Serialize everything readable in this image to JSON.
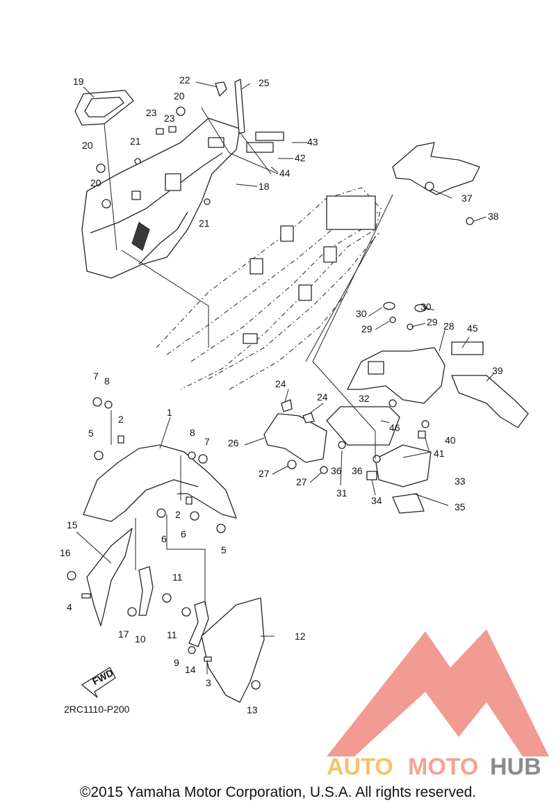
{
  "diagram": {
    "drawing_code": "2RC1110-P200",
    "fwd_label": "FWD",
    "copyright": "©2015 Yamaha Motor Corporation, U.S.A. All rights reserved.",
    "callouts": [
      "1",
      "2",
      "2",
      "3",
      "4",
      "5",
      "5",
      "6",
      "6",
      "7",
      "7",
      "8",
      "8",
      "9",
      "10",
      "11",
      "11",
      "12",
      "13",
      "14",
      "15",
      "16",
      "17",
      "18",
      "19",
      "20",
      "20",
      "20",
      "21",
      "21",
      "22",
      "23",
      "23",
      "24",
      "24",
      "25",
      "26",
      "27",
      "27",
      "28",
      "29",
      "29",
      "30",
      "30",
      "31",
      "32",
      "33",
      "34",
      "35",
      "36",
      "36",
      "37",
      "38",
      "39",
      "40",
      "41",
      "42",
      "43",
      "44",
      "45",
      "46"
    ]
  },
  "watermark": {
    "word_a": "AUTO",
    "word_b": "MOTO",
    "word_c": "HUB",
    "color_a": "#f5c36a",
    "color_b": "#f2a493",
    "color_c": "#8a8a8a",
    "logo_color": "#f08a80"
  }
}
